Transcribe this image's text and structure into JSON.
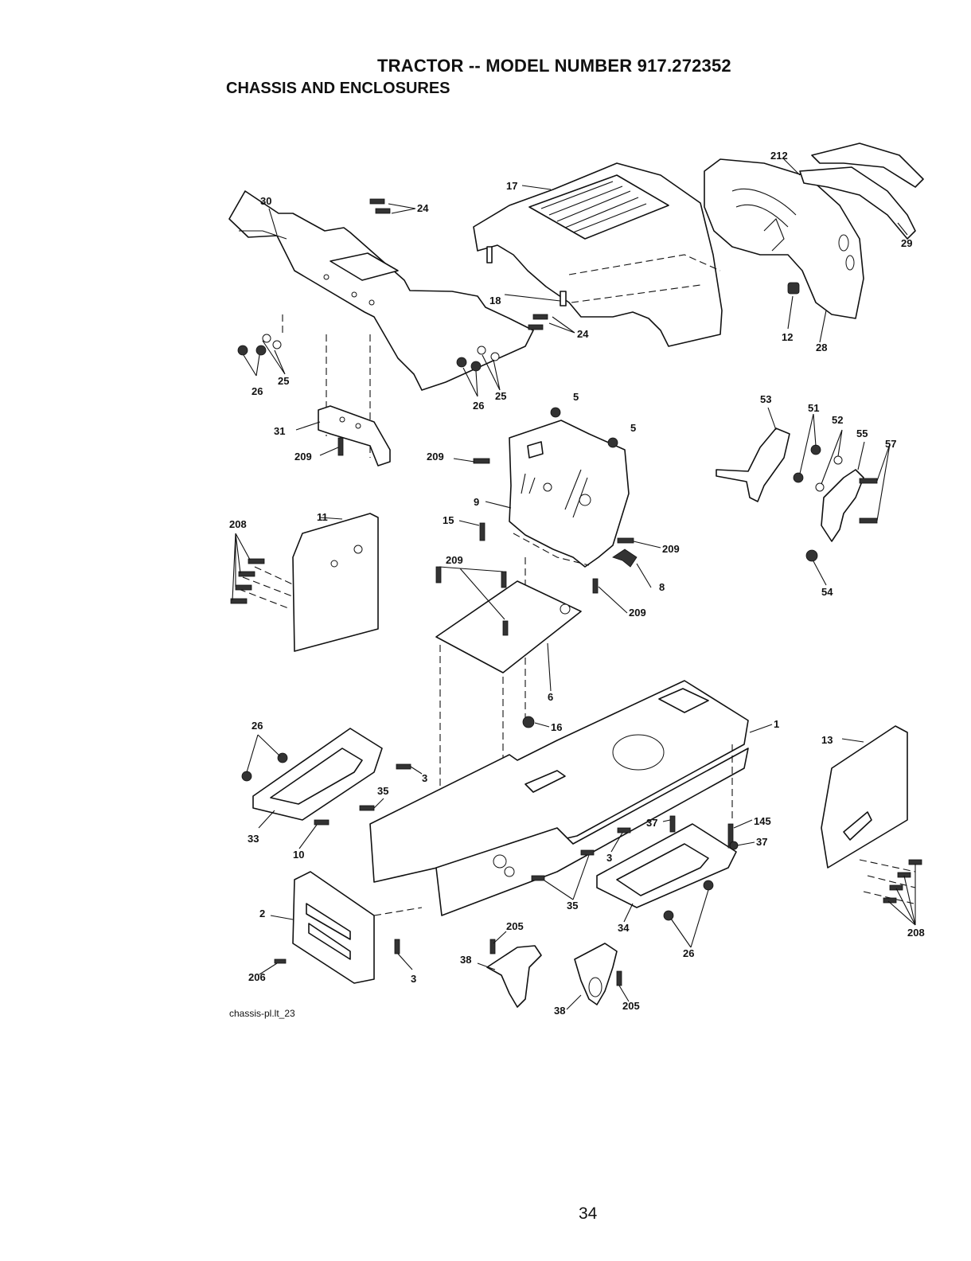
{
  "header": {
    "title": "TRACTOR -- MODEL NUMBER 917.272352",
    "subtitle": "CHASSIS AND ENCLOSURES"
  },
  "diagram": {
    "callouts": [
      {
        "id": "c30",
        "label": "30"
      },
      {
        "id": "c24a",
        "label": "24"
      },
      {
        "id": "c17",
        "label": "17"
      },
      {
        "id": "c212",
        "label": "212"
      },
      {
        "id": "c29",
        "label": "29"
      },
      {
        "id": "c18",
        "label": "18"
      },
      {
        "id": "c24b",
        "label": "24"
      },
      {
        "id": "c12",
        "label": "12"
      },
      {
        "id": "c28",
        "label": "28"
      },
      {
        "id": "c26a",
        "label": "26"
      },
      {
        "id": "c25a",
        "label": "25"
      },
      {
        "id": "c26b",
        "label": "26"
      },
      {
        "id": "c25b",
        "label": "25"
      },
      {
        "id": "c5a",
        "label": "5"
      },
      {
        "id": "c5b",
        "label": "5"
      },
      {
        "id": "c53",
        "label": "53"
      },
      {
        "id": "c51",
        "label": "51"
      },
      {
        "id": "c52",
        "label": "52"
      },
      {
        "id": "c55",
        "label": "55"
      },
      {
        "id": "c57",
        "label": "57"
      },
      {
        "id": "c31",
        "label": "31"
      },
      {
        "id": "c209a",
        "label": "209"
      },
      {
        "id": "c209b",
        "label": "209"
      },
      {
        "id": "c9",
        "label": "9"
      },
      {
        "id": "c208a",
        "label": "208"
      },
      {
        "id": "c11",
        "label": "11"
      },
      {
        "id": "c15",
        "label": "15"
      },
      {
        "id": "c209c",
        "label": "209"
      },
      {
        "id": "c209d",
        "label": "209"
      },
      {
        "id": "c8",
        "label": "8"
      },
      {
        "id": "c54",
        "label": "54"
      },
      {
        "id": "c209e",
        "label": "209"
      },
      {
        "id": "c6",
        "label": "6"
      },
      {
        "id": "c16",
        "label": "16"
      },
      {
        "id": "c1",
        "label": "1"
      },
      {
        "id": "c13",
        "label": "13"
      },
      {
        "id": "c26c",
        "label": "26"
      },
      {
        "id": "c3a",
        "label": "3"
      },
      {
        "id": "c35a",
        "label": "35"
      },
      {
        "id": "c33",
        "label": "33"
      },
      {
        "id": "c10",
        "label": "10"
      },
      {
        "id": "c37a",
        "label": "37"
      },
      {
        "id": "c145",
        "label": "145"
      },
      {
        "id": "c37b",
        "label": "37"
      },
      {
        "id": "c3b",
        "label": "3"
      },
      {
        "id": "c35b",
        "label": "35"
      },
      {
        "id": "c34",
        "label": "34"
      },
      {
        "id": "c26d",
        "label": "26"
      },
      {
        "id": "c208b",
        "label": "208"
      },
      {
        "id": "c2",
        "label": "2"
      },
      {
        "id": "c205a",
        "label": "205"
      },
      {
        "id": "c38a",
        "label": "38"
      },
      {
        "id": "c3c",
        "label": "3"
      },
      {
        "id": "c206",
        "label": "206"
      },
      {
        "id": "c38b",
        "label": "38"
      },
      {
        "id": "c205b",
        "label": "205"
      }
    ]
  },
  "footer": {
    "reference": "chassis-pl.lt_23",
    "page_number": "34"
  }
}
